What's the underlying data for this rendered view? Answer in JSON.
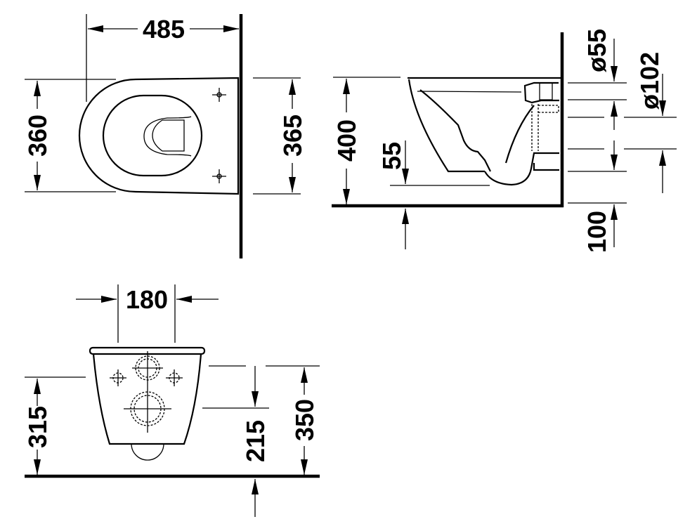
{
  "title": "Wall-mounted toilet dimension drawing",
  "top_view": {
    "width": "485",
    "depth_left": "360",
    "depth_right": "365"
  },
  "side_view": {
    "height": "400",
    "outlet_drop": "55",
    "inlet_diameter": "ø55",
    "outlet_diameter": "ø102",
    "floor_offset": "100"
  },
  "front_view": {
    "bolt_spacing": "180",
    "inlet_height": "315",
    "outlet_height": "215",
    "total_height": "350"
  }
}
